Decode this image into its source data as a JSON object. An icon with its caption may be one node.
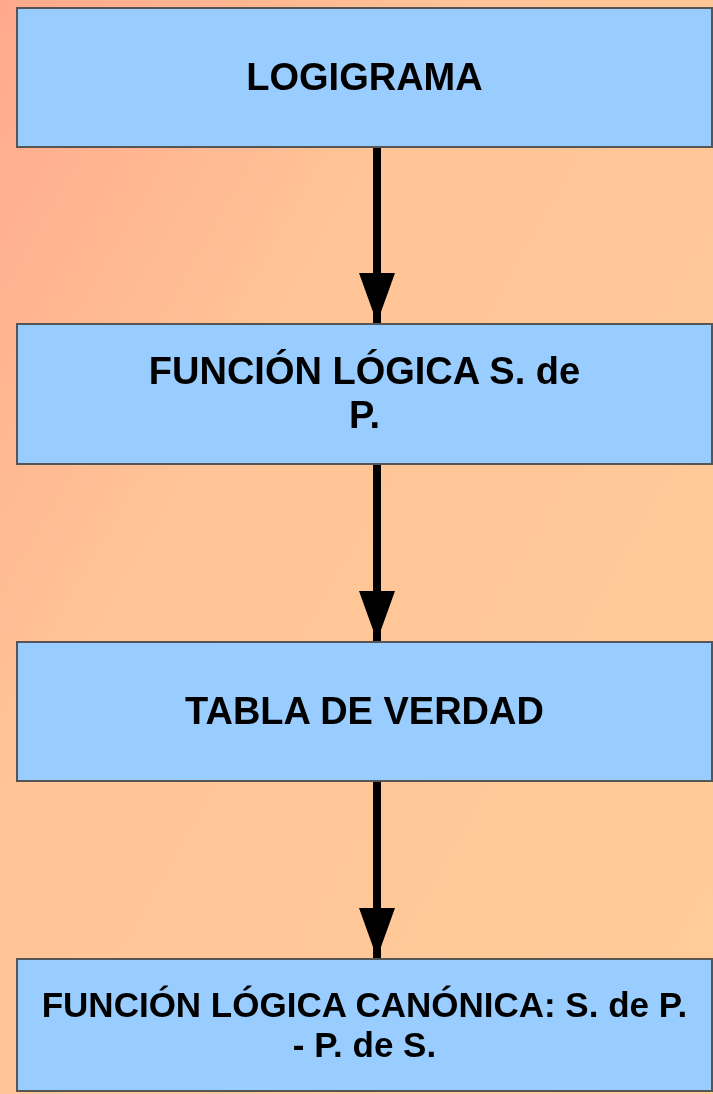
{
  "diagram": {
    "nodes": [
      {
        "text": [
          "LOGIGRAMA"
        ]
      },
      {
        "text": [
          "FUNCIÓN LÓGICA S. de P."
        ]
      },
      {
        "text": [
          "TABLA DE VERDAD"
        ]
      },
      {
        "text": [
          "FUNCIÓN LÓGICA CANÓNICA: S. de P. - P. de S."
        ]
      }
    ],
    "edges": [
      {
        "from": 0,
        "to": 1,
        "arrow": "to"
      },
      {
        "from": 1,
        "to": 2,
        "arrow": "to"
      },
      {
        "from": 2,
        "to": 3,
        "arrow": "to"
      }
    ]
  }
}
